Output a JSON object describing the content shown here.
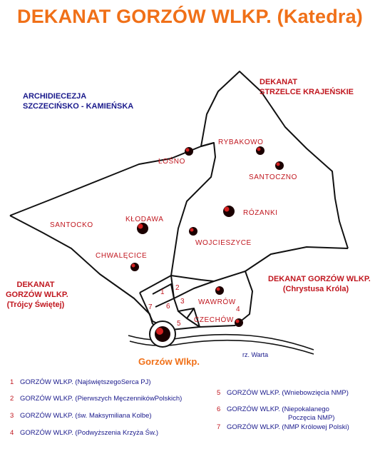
{
  "title": "DEKANAT  GORZÓW WLKP. (Katedra)",
  "regions": {
    "archidiecezja": [
      "ARCHIDIECEZJA",
      "SZCZECIŃSKO - KAMIEŃSKA"
    ],
    "strzelce": [
      "DEKANAT",
      "STRZELCE KRAJEŃSKIE"
    ],
    "gorzow_trojcy": [
      "DEKANAT",
      "GORZÓW WLKP.",
      "(Trójcy Świętej)"
    ],
    "gorzow_chrystusa": [
      "DEKANAT GORZÓW WLKP.",
      "(Chrystusa Króla)"
    ]
  },
  "places": {
    "losno": "ŁOŚNO",
    "rybakowo": "RYBAKOWO",
    "santoczno": "SANTOCZNO",
    "rozanki": "RÓZANKI",
    "santocko": "SANTOCKO",
    "klodawa": "KŁODAWA",
    "wojcieszyce": "WOJCIESZYCE",
    "chwalecice": "CHWALĘCICE",
    "wawrow": "WAWRÓW",
    "czechow": "CZECHÓW"
  },
  "city_numbers": [
    "1",
    "2",
    "3",
    "4",
    "5",
    "6",
    "7"
  ],
  "city_name": "Gorzów Wlkp.",
  "river": "rz. Warta",
  "legend": [
    {
      "num": "1",
      "text": "GORZÓW WLKP. (NajświętszegoSerca PJ)"
    },
    {
      "num": "2",
      "text": "GORZÓW WLKP. (Pierwszych MęczennikówPolskich)"
    },
    {
      "num": "3",
      "text": "GORZÓW WLKP. (św. Maksymiliana  Kolbe)"
    },
    {
      "num": "4",
      "text": "GORZÓW WLKP. (Podwyższenia Krzyża Św.)"
    },
    {
      "num": "5",
      "text": "GORZÓW WLKP. (Wniebowzięcia NMP)"
    },
    {
      "num": "6",
      "text": "GORZÓW WLKP. (Niepokalanego",
      "text2": "Poczęcia NMP)"
    },
    {
      "num": "7",
      "text": "GORZÓW WLKP. (NMP Królowej Polski)"
    }
  ],
  "colors": {
    "title": "#f07018",
    "region_navy": "#1a1a8c",
    "region_red": "#c0161e",
    "border": "#111111"
  }
}
